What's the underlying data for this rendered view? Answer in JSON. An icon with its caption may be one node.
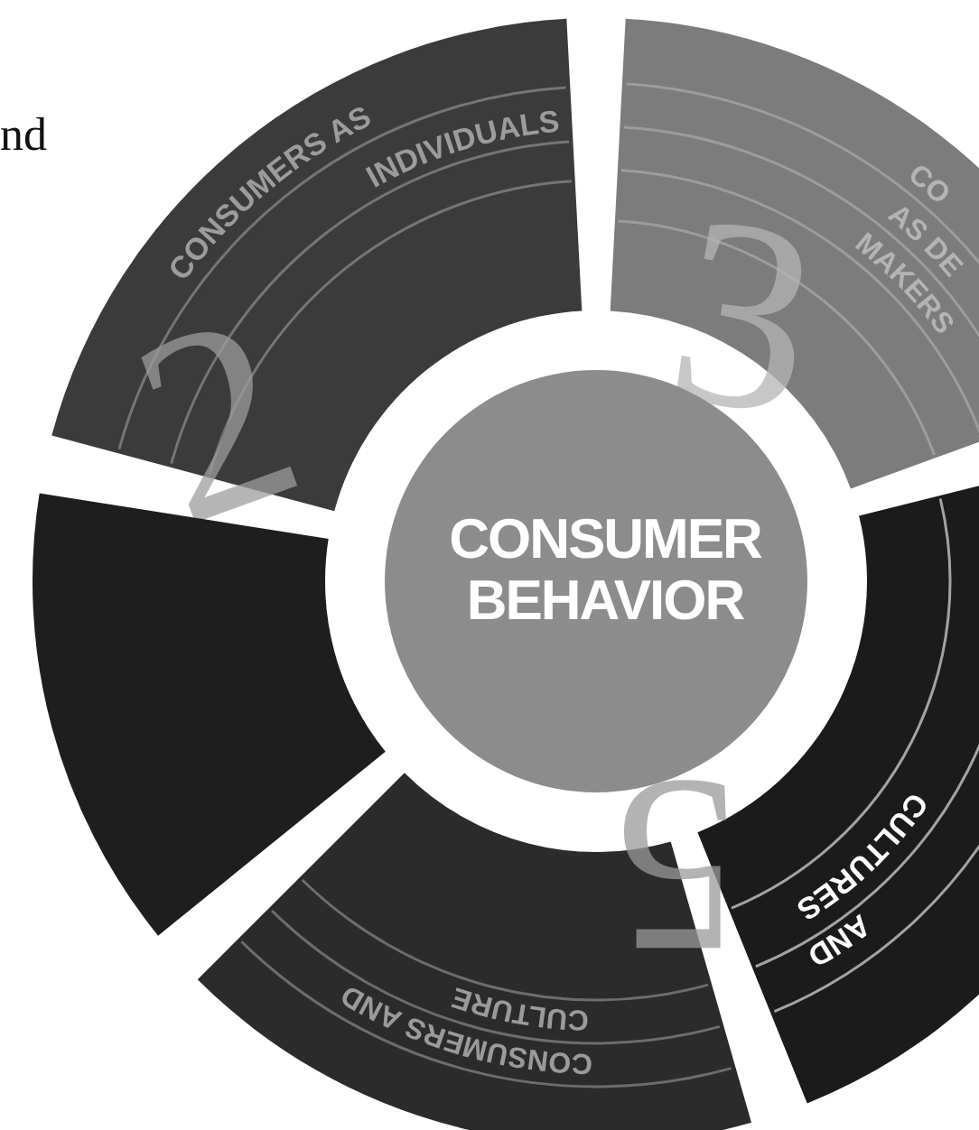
{
  "diagram": {
    "nodes": [
      {
        "text": [
          "CONSUMERS AS",
          "INDIVIDUALS",
          "2"
        ]
      },
      {
        "text": [
          "CO",
          "AS DE",
          "MAKERS",
          "3"
        ]
      },
      {
        "text": [],
        "shape": "band"
      },
      {
        "text": [
          "CONSUMER BEHAVIOR"
        ]
      },
      {
        "text": [
          "CULTURES",
          "AND"
        ]
      },
      {
        "text": [
          "CULTURE",
          "CONSUMERS AND",
          "5"
        ]
      }
    ],
    "labels": [
      "nd"
    ]
  }
}
